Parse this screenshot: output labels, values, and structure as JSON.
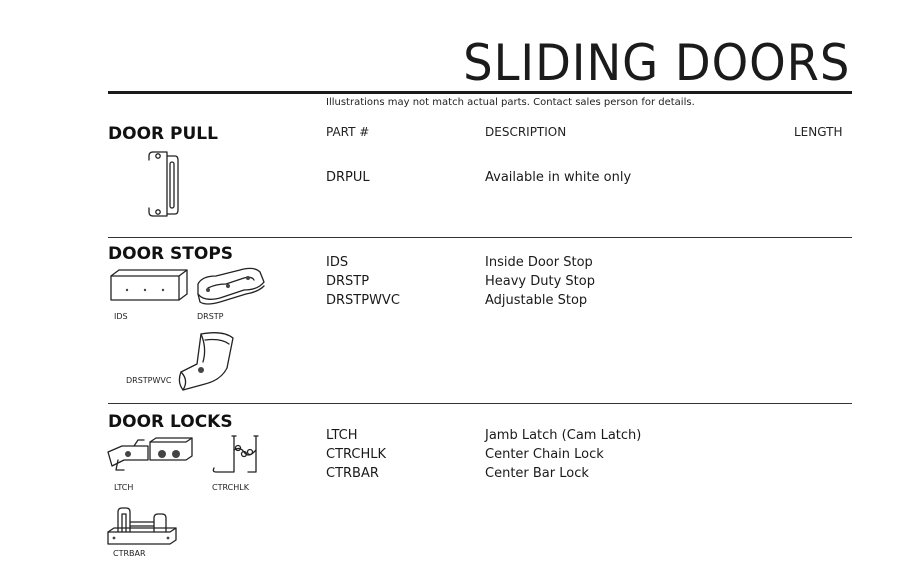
{
  "title": "SLIDING DOORS",
  "disclaimer": "Illustrations may not match actual parts. Contact sales person for details.",
  "columns": {
    "part": "PART #",
    "description": "DESCRIPTION",
    "length": "LENGTH"
  },
  "sections": [
    {
      "title": "DOOR PULL",
      "rows": [
        {
          "part": "DRPUL",
          "description": "Available in white only"
        }
      ]
    },
    {
      "title": "DOOR STOPS",
      "rows": [
        {
          "part": "IDS",
          "description": "Inside Door Stop"
        },
        {
          "part": "DRSTP",
          "description": "Heavy Duty Stop"
        },
        {
          "part": "DRSTPWVC",
          "description": "Adjustable Stop"
        }
      ],
      "captions": [
        "IDS",
        "DRSTP",
        "DRSTPWVC"
      ]
    },
    {
      "title": "DOOR LOCKS",
      "rows": [
        {
          "part": "LTCH",
          "description": "Jamb Latch (Cam Latch)"
        },
        {
          "part": "CTRCHLK",
          "description": "Center Chain Lock"
        },
        {
          "part": "CTRBAR",
          "description": "Center Bar Lock"
        }
      ],
      "captions": [
        "LTCH",
        "CTRCHLK",
        "CTRBAR"
      ]
    }
  ],
  "icons": [
    "door-pull-icon",
    "inside-door-stop-icon",
    "heavy-duty-stop-icon",
    "adjustable-stop-icon",
    "jamb-latch-icon",
    "center-chain-lock-icon",
    "center-bar-lock-icon"
  ]
}
